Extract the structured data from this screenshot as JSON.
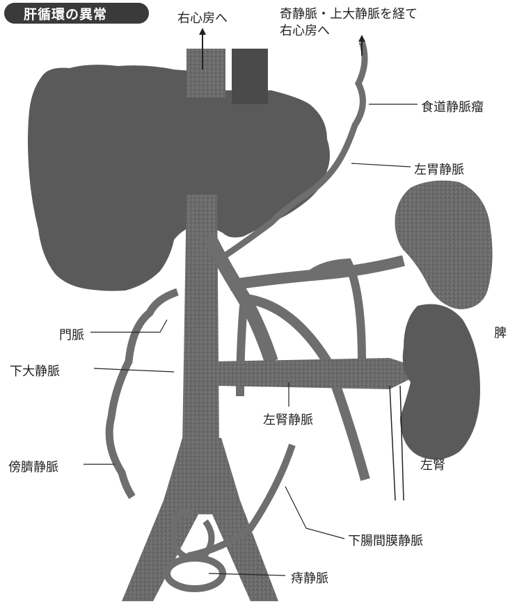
{
  "title": "肝循環の異常",
  "arrows": {
    "to_right_atrium": "右心房へ",
    "via_azygos_line1": "奇静脈・上大静脈を経て",
    "via_azygos_line2": "右心房へ"
  },
  "labels": {
    "esophageal_varices": "食道静脈瘤",
    "left_gastric_vein": "左胃静脈",
    "portal_vein": "門脈",
    "inferior_vena_cava": "下大静脈",
    "left_renal_vein": "左腎静脈",
    "spleen": "脾",
    "left_kidney": "左腎",
    "paraumbilical_vein": "傍臍静脈",
    "inferior_mesenteric_vein": "下腸間膜静脈",
    "hemorrhoidal_vein": "痔静脈"
  },
  "colors": {
    "organ": "#5a5a5a",
    "vessel": "#6e6e6e",
    "line": "#222222"
  }
}
